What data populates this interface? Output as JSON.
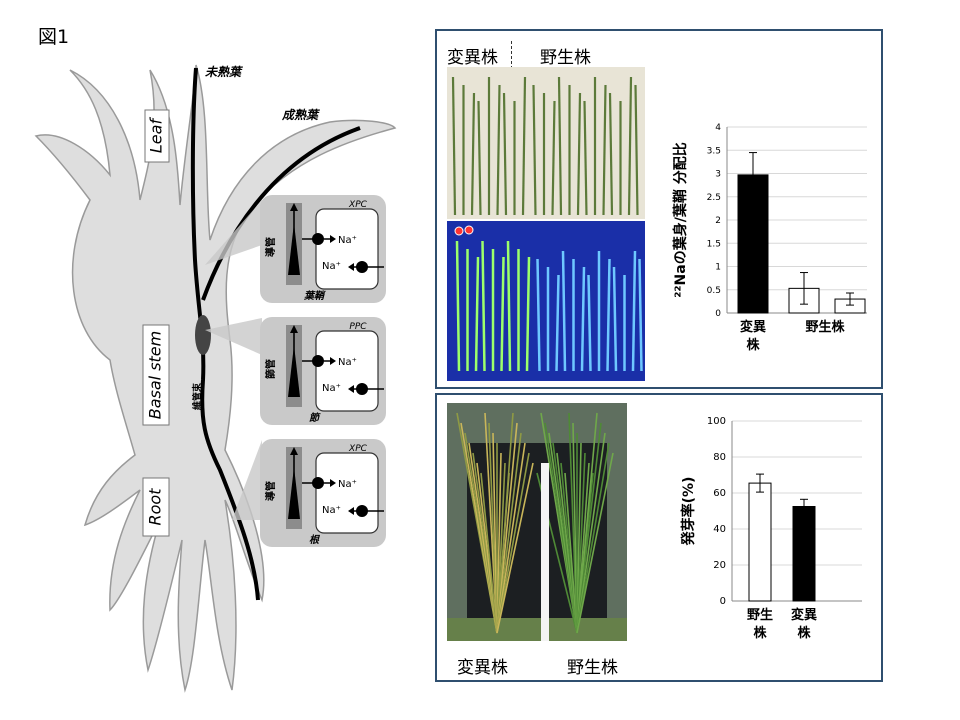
{
  "figure_label": "図1",
  "plant": {
    "leaf_label": "Leaf",
    "basal_stem_label": "Basal stem",
    "root_label": "Root",
    "immature_leaf": "未熟葉",
    "mature_leaf": "成熟葉",
    "vascular_bundle": "維管束"
  },
  "insets": [
    {
      "tissue": "葉鞘",
      "vessel": "導管",
      "cell": "XPC",
      "ion_out": "Na⁺",
      "ion_in": "Na⁺"
    },
    {
      "tissue": "節",
      "vessel": "篩管",
      "cell": "PPC",
      "ion_out": "Na⁺",
      "ion_in": "Na⁺"
    },
    {
      "tissue": "根",
      "vessel": "導管",
      "cell": "XPC",
      "ion_out": "Na⁺",
      "ion_in": "Na⁺"
    }
  ],
  "top_panel": {
    "mutant_label": "変異株",
    "wildtype_label": "野生株"
  },
  "bottom_panel": {
    "mutant_label": "変異株",
    "wildtype_label": "野生株"
  },
  "colors": {
    "panel_border": "#2f4f6f",
    "plant_fill": "#dedede",
    "bar_black": "#000000",
    "bar_white": "#ffffff"
  },
  "chart_data": [
    {
      "type": "bar",
      "ylabel": "²²Naの葉身/葉鞘 分配比",
      "ylim": [
        0,
        4
      ],
      "yticks": [
        "0",
        "0.5",
        "1",
        "1.5",
        "2",
        "2.5",
        "3",
        "3.5",
        "4"
      ],
      "group_labels": [
        "変異株",
        "野生株"
      ],
      "bars": [
        {
          "value": 2.97,
          "error": 0.48,
          "fill": "#000000",
          "group": 0
        },
        {
          "value": 0.53,
          "error": 0.34,
          "fill": "#ffffff",
          "group": 1
        },
        {
          "value": 0.3,
          "error": 0.13,
          "fill": "#ffffff",
          "group": 1
        }
      ],
      "grid": true
    },
    {
      "type": "bar",
      "ylabel": "発芽率(%)",
      "ylim": [
        0,
        100
      ],
      "yticks": [
        "0",
        "20",
        "40",
        "60",
        "80",
        "100"
      ],
      "categories": [
        "野生株",
        "変異株"
      ],
      "bars": [
        {
          "value": 65.5,
          "error": 5,
          "fill": "#ffffff"
        },
        {
          "value": 52.5,
          "error": 4,
          "fill": "#000000"
        }
      ],
      "grid": true
    }
  ]
}
